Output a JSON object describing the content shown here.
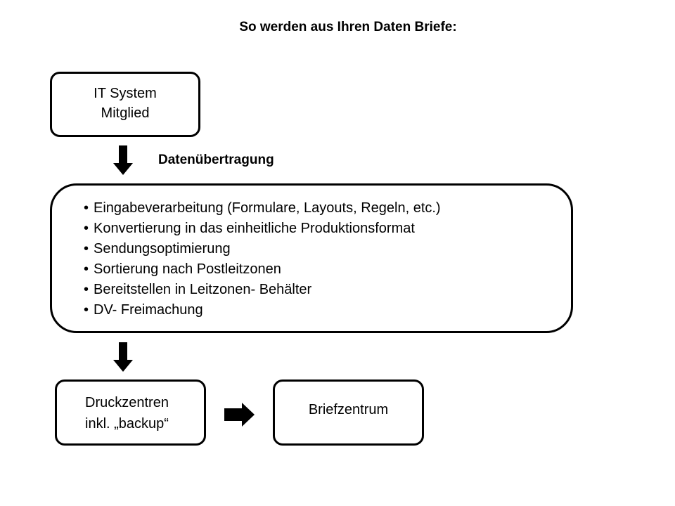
{
  "title": "So werden aus Ihren Daten Briefe:",
  "nodes": {
    "it_system": {
      "line1": "IT System",
      "line2": "Mitglied"
    },
    "processing": {
      "bullet": "•",
      "items": [
        "Eingabeverarbeitung (Formulare, Layouts, Regeln, etc.)",
        "Konvertierung in das einheitliche Produktionsformat",
        "Sendungsoptimierung",
        "Sortierung nach Postleitzonen",
        "Bereitstellen in Leitzonen- Behälter",
        "DV- Freimachung"
      ]
    },
    "druckzentren": {
      "line1": "Druckzentren",
      "line2": "inkl. „backup“"
    },
    "briefzentrum": {
      "label": "Briefzentrum"
    }
  },
  "edges": {
    "transfer_label": "Datenübertragung"
  }
}
